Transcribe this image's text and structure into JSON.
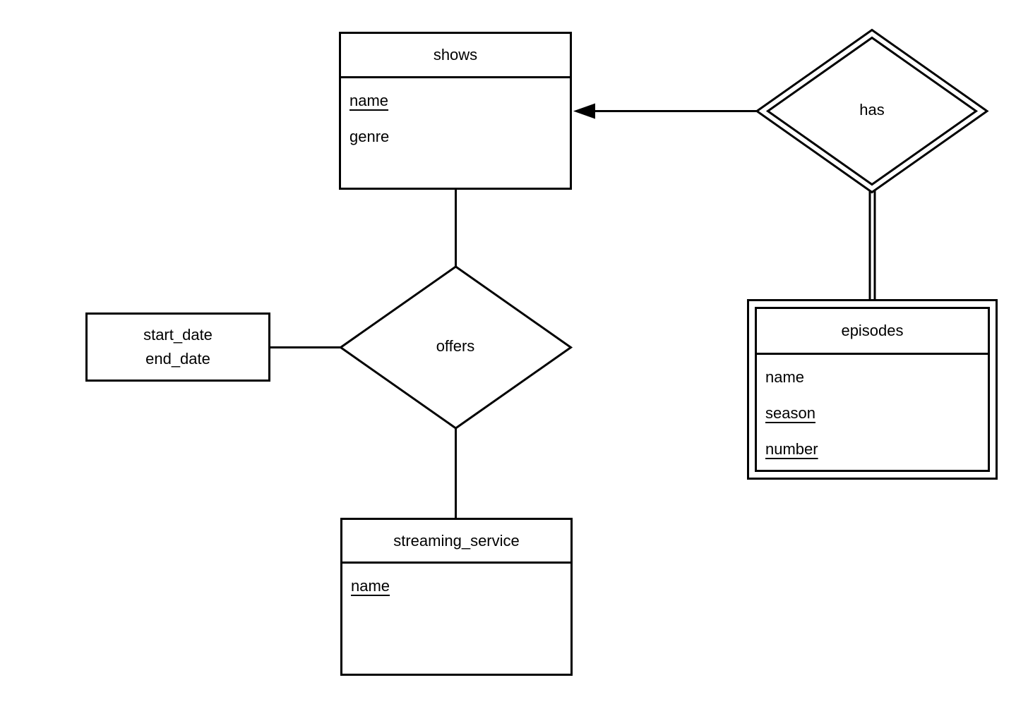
{
  "diagram": {
    "kind": "entity-relationship-diagram",
    "colors": {
      "stroke": "#000000",
      "background": "#ffffff",
      "text": "#000000"
    },
    "entities": {
      "shows": {
        "title": "shows",
        "weak": false,
        "attributes": [
          {
            "label": "name",
            "key": true
          },
          {
            "label": "genre",
            "key": false
          }
        ]
      },
      "episodes": {
        "title": "episodes",
        "weak": true,
        "attributes": [
          {
            "label": "name",
            "key": false
          },
          {
            "label": "season",
            "key": true
          },
          {
            "label": "number",
            "key": true
          }
        ]
      },
      "streaming_service": {
        "title": "streaming_service",
        "weak": false,
        "attributes": [
          {
            "label": "name",
            "key": true
          }
        ]
      }
    },
    "relationships": {
      "has": {
        "label": "has",
        "identifying": true,
        "connects": [
          "shows",
          "episodes"
        ],
        "arrow_to": "shows",
        "episodes_participation": "total-double-line"
      },
      "offers": {
        "label": "offers",
        "identifying": false,
        "connects": [
          "shows",
          "streaming_service"
        ]
      }
    },
    "attribute_boxes": {
      "offers_attributes": {
        "lines": [
          "start_date",
          "end_date"
        ],
        "attached_to": "offers"
      }
    }
  }
}
